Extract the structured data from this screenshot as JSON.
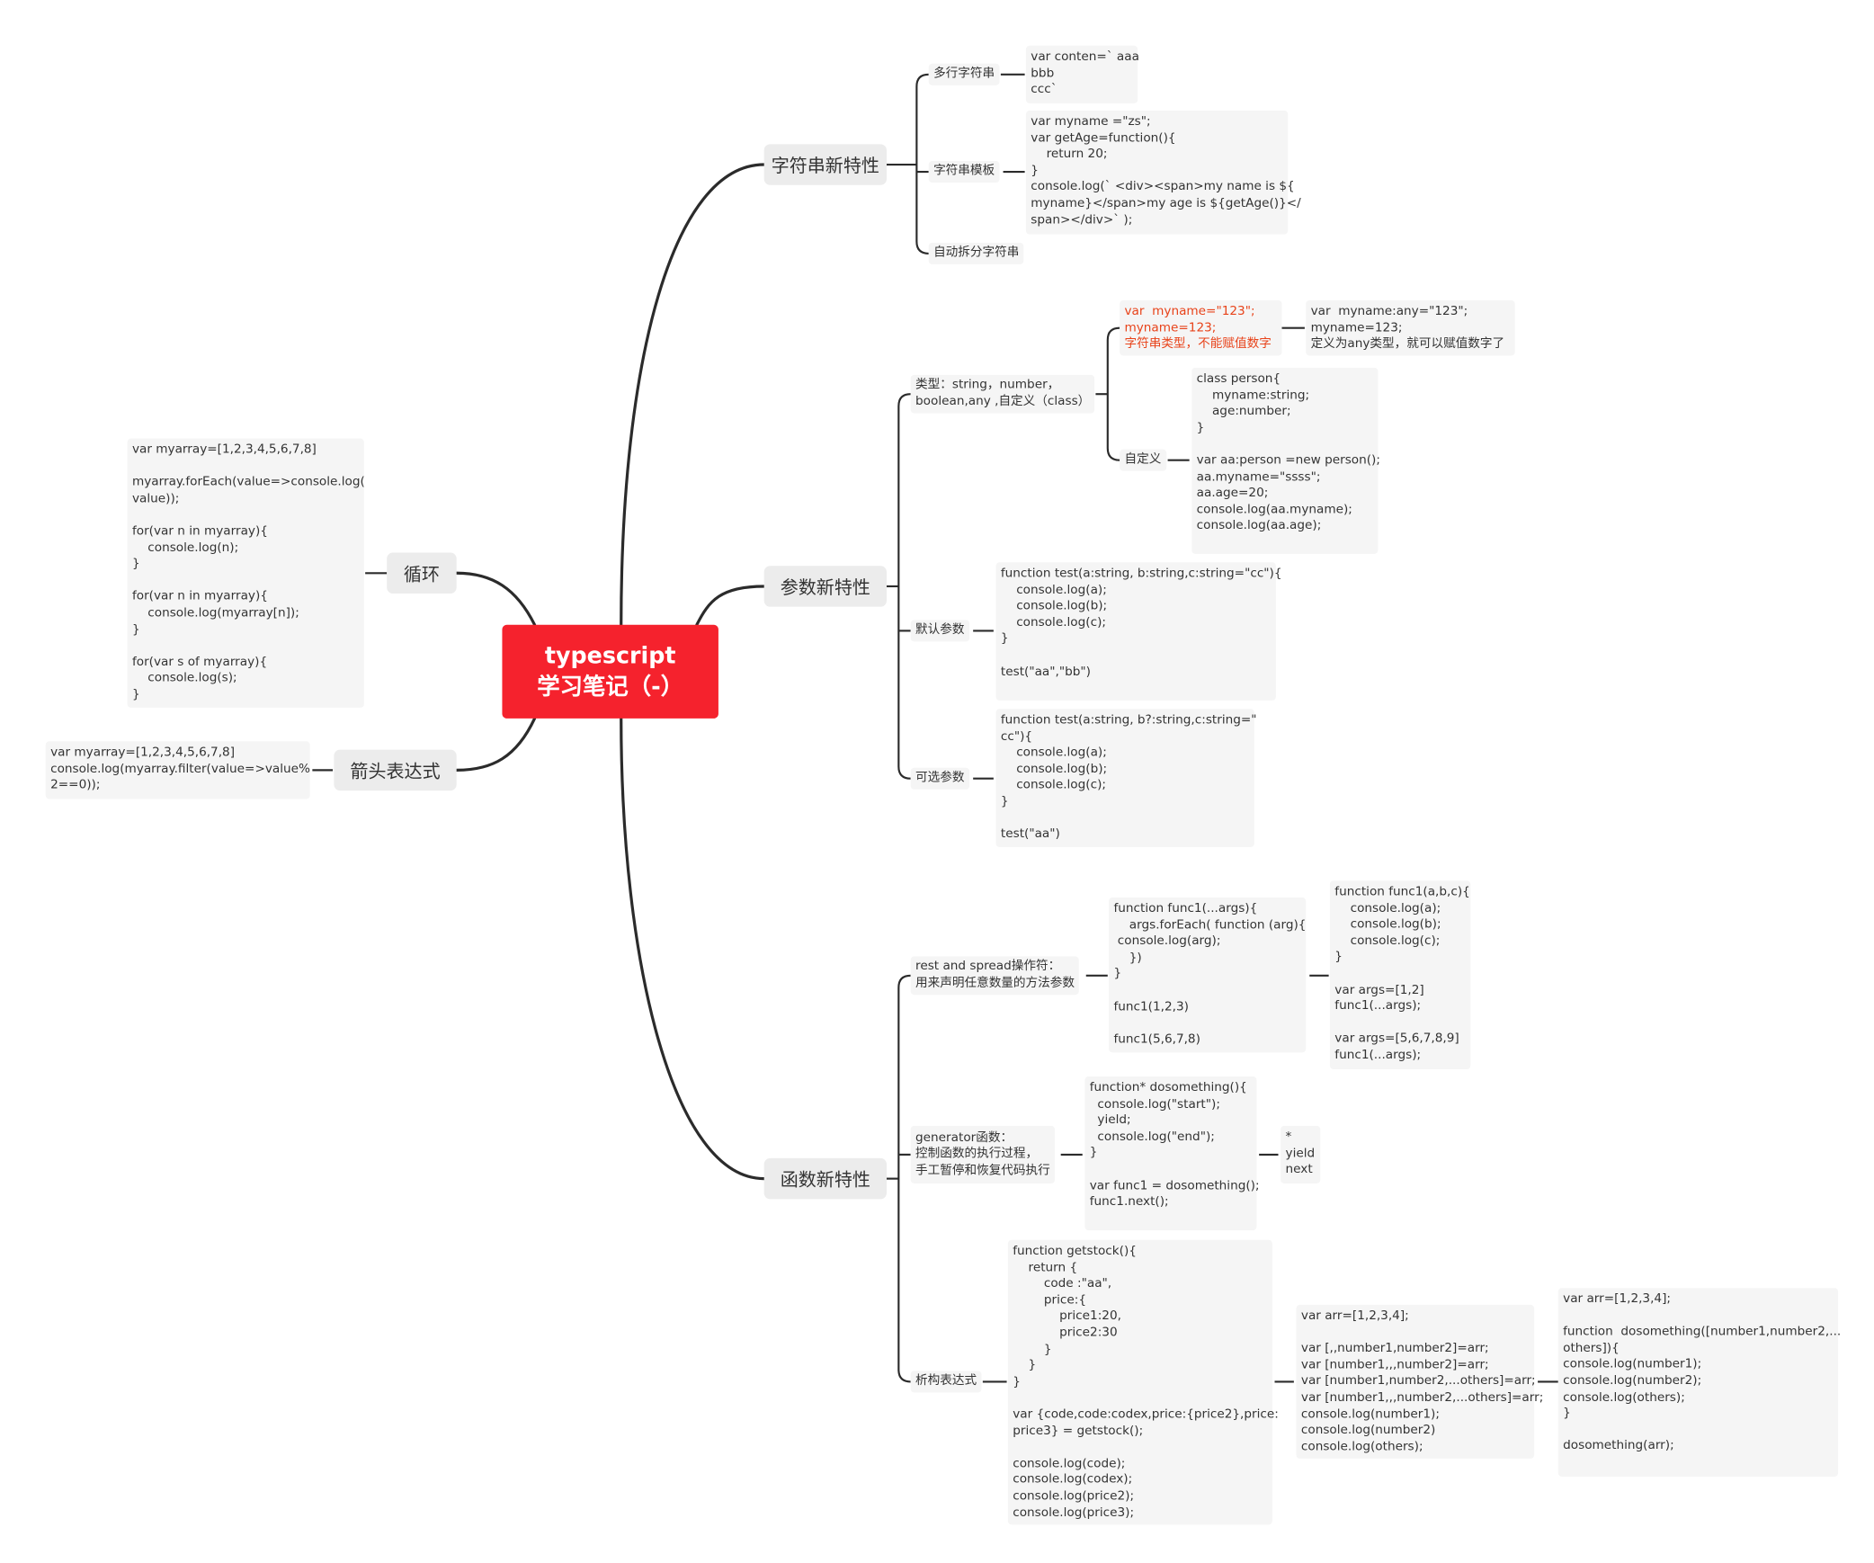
{
  "root": {
    "line1": "typescript",
    "line2": "学习笔记（-）"
  },
  "branches": {
    "string": {
      "label": "字符串新特性",
      "multiline": {
        "label": "多行字符串",
        "code": "var conten=` aaa\nbbb\nccc`"
      },
      "template": {
        "label": "字符串模板",
        "code": "var myname =\"zs\";\nvar getAge=function(){\n    return 20;\n}\nconsole.log(` <div><span>my name is ${\nmyname}</span>my age is ${getAge()}</\nspan></div>` );"
      },
      "split": {
        "label": "自动拆分字符串"
      }
    },
    "params": {
      "label": "参数新特性",
      "types": {
        "label": "类型：string，number，\nboolean,any ,自定义（class）",
        "wrong": "var  myname=\"123\";\nmyname=123;\n字符串类型，不能赋值数字",
        "right": "var  myname:any=\"123\";\nmyname=123;\n定义为any类型，就可以赋值数字了",
        "custom_label": "自定义",
        "custom_code": "class person{\n    myname:string;\n    age:number;\n}\n\nvar aa:person =new person();\naa.myname=\"ssss\";\naa.age=20;\nconsole.log(aa.myname);\nconsole.log(aa.age);"
      },
      "default": {
        "label": "默认参数",
        "code": "function test(a:string, b:string,c:string=\"cc\"){\n    console.log(a);\n    console.log(b);\n    console.log(c);\n}\n\ntest(\"aa\",\"bb\")\n"
      },
      "optional": {
        "label": "可选参数",
        "code": "function test(a:string, b?:string,c:string=\"\ncc\"){\n    console.log(a);\n    console.log(b);\n    console.log(c);\n}\n\ntest(\"aa\")"
      }
    },
    "functions": {
      "label": "函数新特性",
      "rest": {
        "label": "rest and spread操作符：\n用来声明任意数量的方法参数",
        "code1": "function func1(...args){\n    args.forEach( function (arg){\n console.log(arg);\n    })\n}\n\nfunc1(1,2,3)\n\nfunc1(5,6,7,8)",
        "code2": "function func1(a,b,c){\n    console.log(a);\n    console.log(b);\n    console.log(c);\n}\n\nvar args=[1,2]\nfunc1(...args);\n\nvar args=[5,6,7,8,9]\nfunc1(...args);"
      },
      "generator": {
        "label": "generator函数：\n控制函数的执行过程，\n手工暂停和恢复代码执行",
        "code": "function* dosomething(){\n  console.log(\"start\");\n  yield;\n  console.log(\"end\");\n}\n\nvar func1 = dosomething();\nfunc1.next();",
        "keywords": "*\nyield\nnext"
      },
      "destructuring": {
        "label": "析构表达式",
        "code1": "function getstock(){\n    return {\n        code :\"aa\",\n        price:{\n            price1:20,\n            price2:30\n        }\n    }\n}\n\nvar {code,code:codex,price:{price2},price:\nprice3} = getstock();\n\nconsole.log(code);\nconsole.log(codex);\nconsole.log(price2);\nconsole.log(price3);",
        "code2": "var arr=[1,2,3,4];\n\nvar [,,number1,number2]=arr;\nvar [number1,,,number2]=arr;\nvar [number1,number2,...others]=arr;\nvar [number1,,,number2,...others]=arr;\nconsole.log(number1);\nconsole.log(number2)\nconsole.log(others);",
        "code3": "var arr=[1,2,3,4];\n\nfunction  dosomething([number1,number2,...\nothers]){\nconsole.log(number1);\nconsole.log(number2);\nconsole.log(others);\n}\n\ndosomething(arr);"
      }
    },
    "loop": {
      "label": "循环",
      "code": "var myarray=[1,2,3,4,5,6,7,8]\n\nmyarray.forEach(value=>console.log(\nvalue));\n\nfor(var n in myarray){\n    console.log(n);\n}\n\nfor(var n in myarray){\n    console.log(myarray[n]);\n}\n\nfor(var s of myarray){\n    console.log(s);\n}"
    },
    "arrow": {
      "label": "箭头表达式",
      "code": "var myarray=[1,2,3,4,5,6,7,8]\nconsole.log(myarray.filter(value=>value%\n2==0));"
    }
  },
  "colors": {
    "root": "#f5222d",
    "line": "#2b2b2b",
    "warn": "#e8431a"
  }
}
